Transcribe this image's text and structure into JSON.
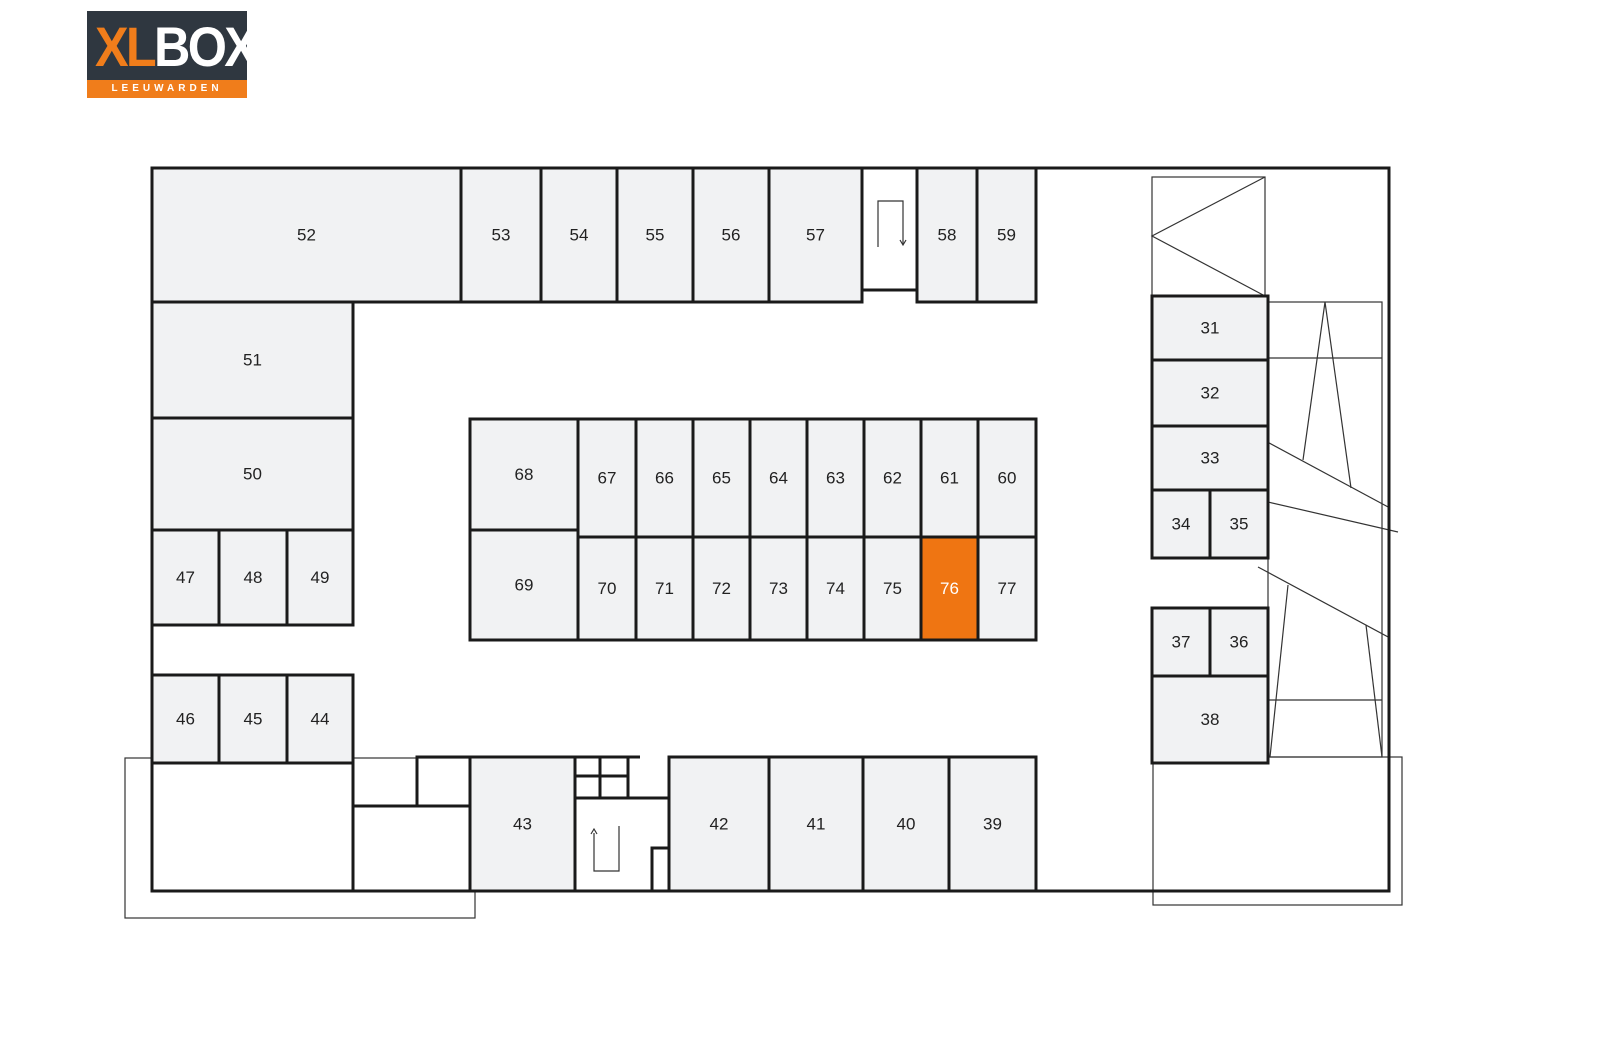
{
  "logo": {
    "xl": "XL",
    "box": "BOX",
    "location": "LEEUWARDEN"
  },
  "colors": {
    "highlight": "#ef7512",
    "unit_fill": "#f1f2f3",
    "wall": "#1a1a1a"
  },
  "highlighted_unit": "76",
  "units": [
    "31",
    "32",
    "33",
    "34",
    "35",
    "36",
    "37",
    "38",
    "39",
    "40",
    "41",
    "42",
    "43",
    "44",
    "45",
    "46",
    "47",
    "48",
    "49",
    "50",
    "51",
    "52",
    "53",
    "54",
    "55",
    "56",
    "57",
    "58",
    "59",
    "60",
    "61",
    "62",
    "63",
    "64",
    "65",
    "66",
    "67",
    "68",
    "69",
    "70",
    "71",
    "72",
    "73",
    "74",
    "75",
    "76",
    "77"
  ]
}
